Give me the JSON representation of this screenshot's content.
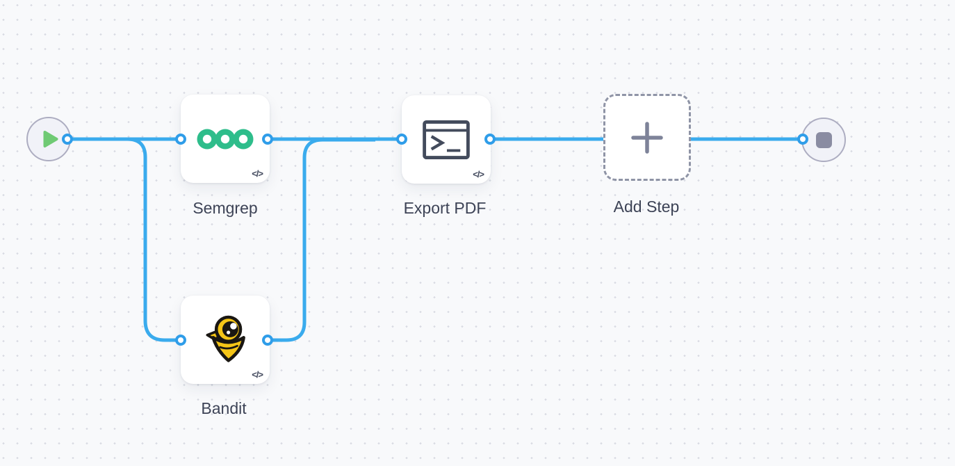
{
  "canvas": {
    "type": "workflow-editor-canvas",
    "background_color": "#f8f9fb",
    "grid_dot_color": "#d9dbe3",
    "edge_color": "#3aabed",
    "port_color": "#2f9de9"
  },
  "nodes": {
    "start": {
      "kind": "start",
      "icon": "play-icon",
      "icon_color": "#6fca74"
    },
    "semgrep": {
      "kind": "step",
      "label": "Semgrep",
      "badge": "</>",
      "icon": "semgrep-logo-icon",
      "brand_color": "#2ebd8b"
    },
    "bandit": {
      "kind": "step",
      "label": "Bandit",
      "badge": "</>",
      "icon": "bandit-logo-icon",
      "brand_color": "#f5c517"
    },
    "export_pdf": {
      "kind": "step",
      "label": "Export PDF",
      "badge": "</>",
      "icon": "terminal-icon",
      "icon_color": "#434b5c"
    },
    "add_step": {
      "kind": "placeholder",
      "label": "Add Step",
      "icon": "plus-icon",
      "border_style": "dashed"
    },
    "end": {
      "kind": "end",
      "icon": "stop-icon",
      "icon_color": "#8a8ca2"
    }
  },
  "edges": [
    {
      "from": "start",
      "to": "semgrep"
    },
    {
      "from": "start",
      "to": "bandit"
    },
    {
      "from": "semgrep",
      "to": "export_pdf"
    },
    {
      "from": "bandit",
      "to": "export_pdf"
    },
    {
      "from": "export_pdf",
      "to": "add_step"
    },
    {
      "from": "add_step",
      "to": "end"
    }
  ]
}
